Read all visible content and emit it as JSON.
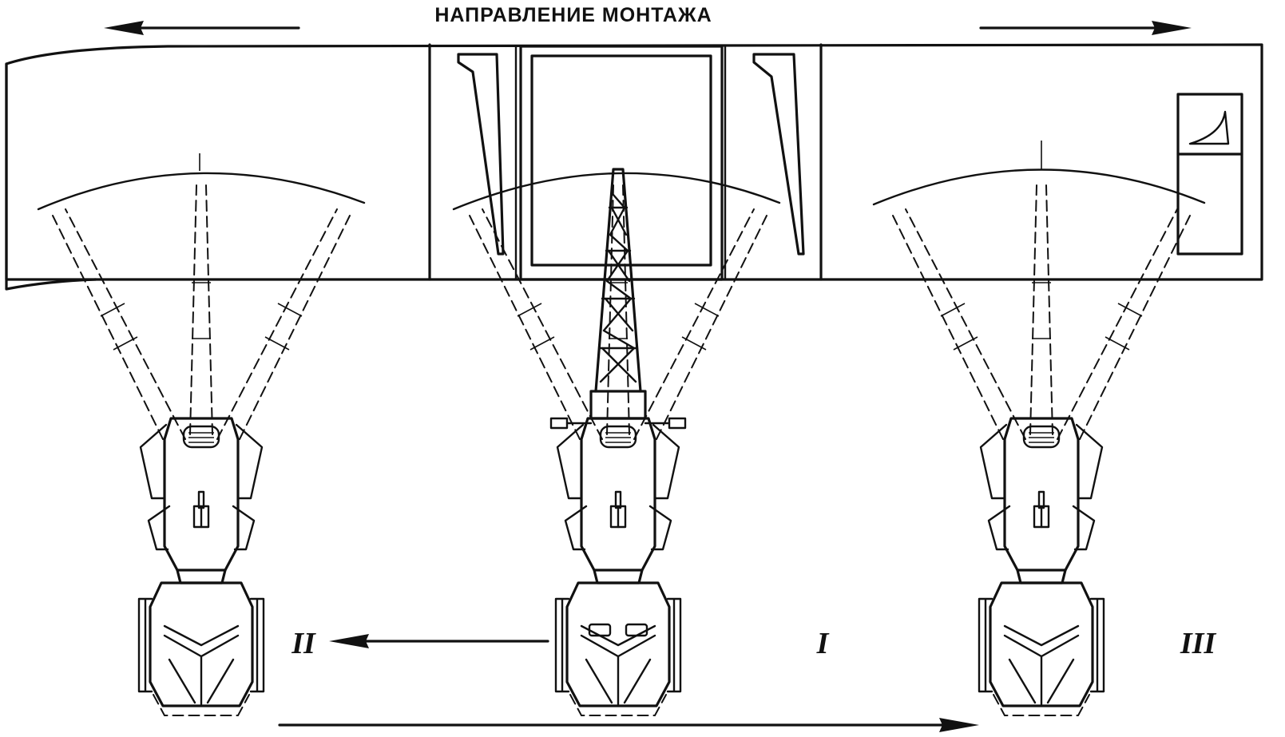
{
  "title": "НАПРАВЛЕНИЕ МОНТАЖА",
  "positions": [
    {
      "id": "I",
      "label": "I"
    },
    {
      "id": "II",
      "label": "II"
    },
    {
      "id": "III",
      "label": "III"
    }
  ]
}
